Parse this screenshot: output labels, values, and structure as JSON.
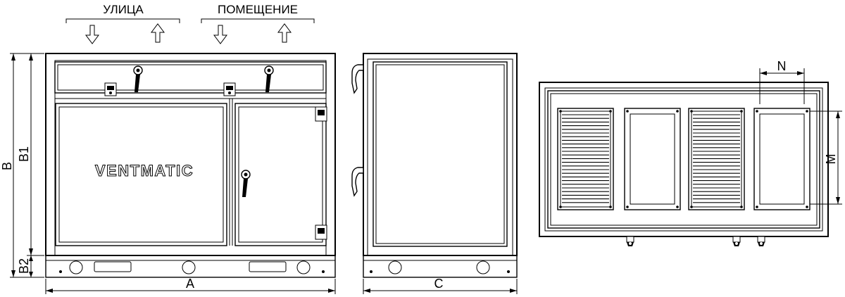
{
  "flows": {
    "outdoor": "УЛИЦА",
    "indoor": "ПОМЕЩЕНИЕ"
  },
  "brand": "VENTMATIC",
  "dimensions": {
    "a": "A",
    "b": "B",
    "b1": "B1",
    "b2": "B2",
    "c": "C",
    "n": "N",
    "m": "M"
  }
}
